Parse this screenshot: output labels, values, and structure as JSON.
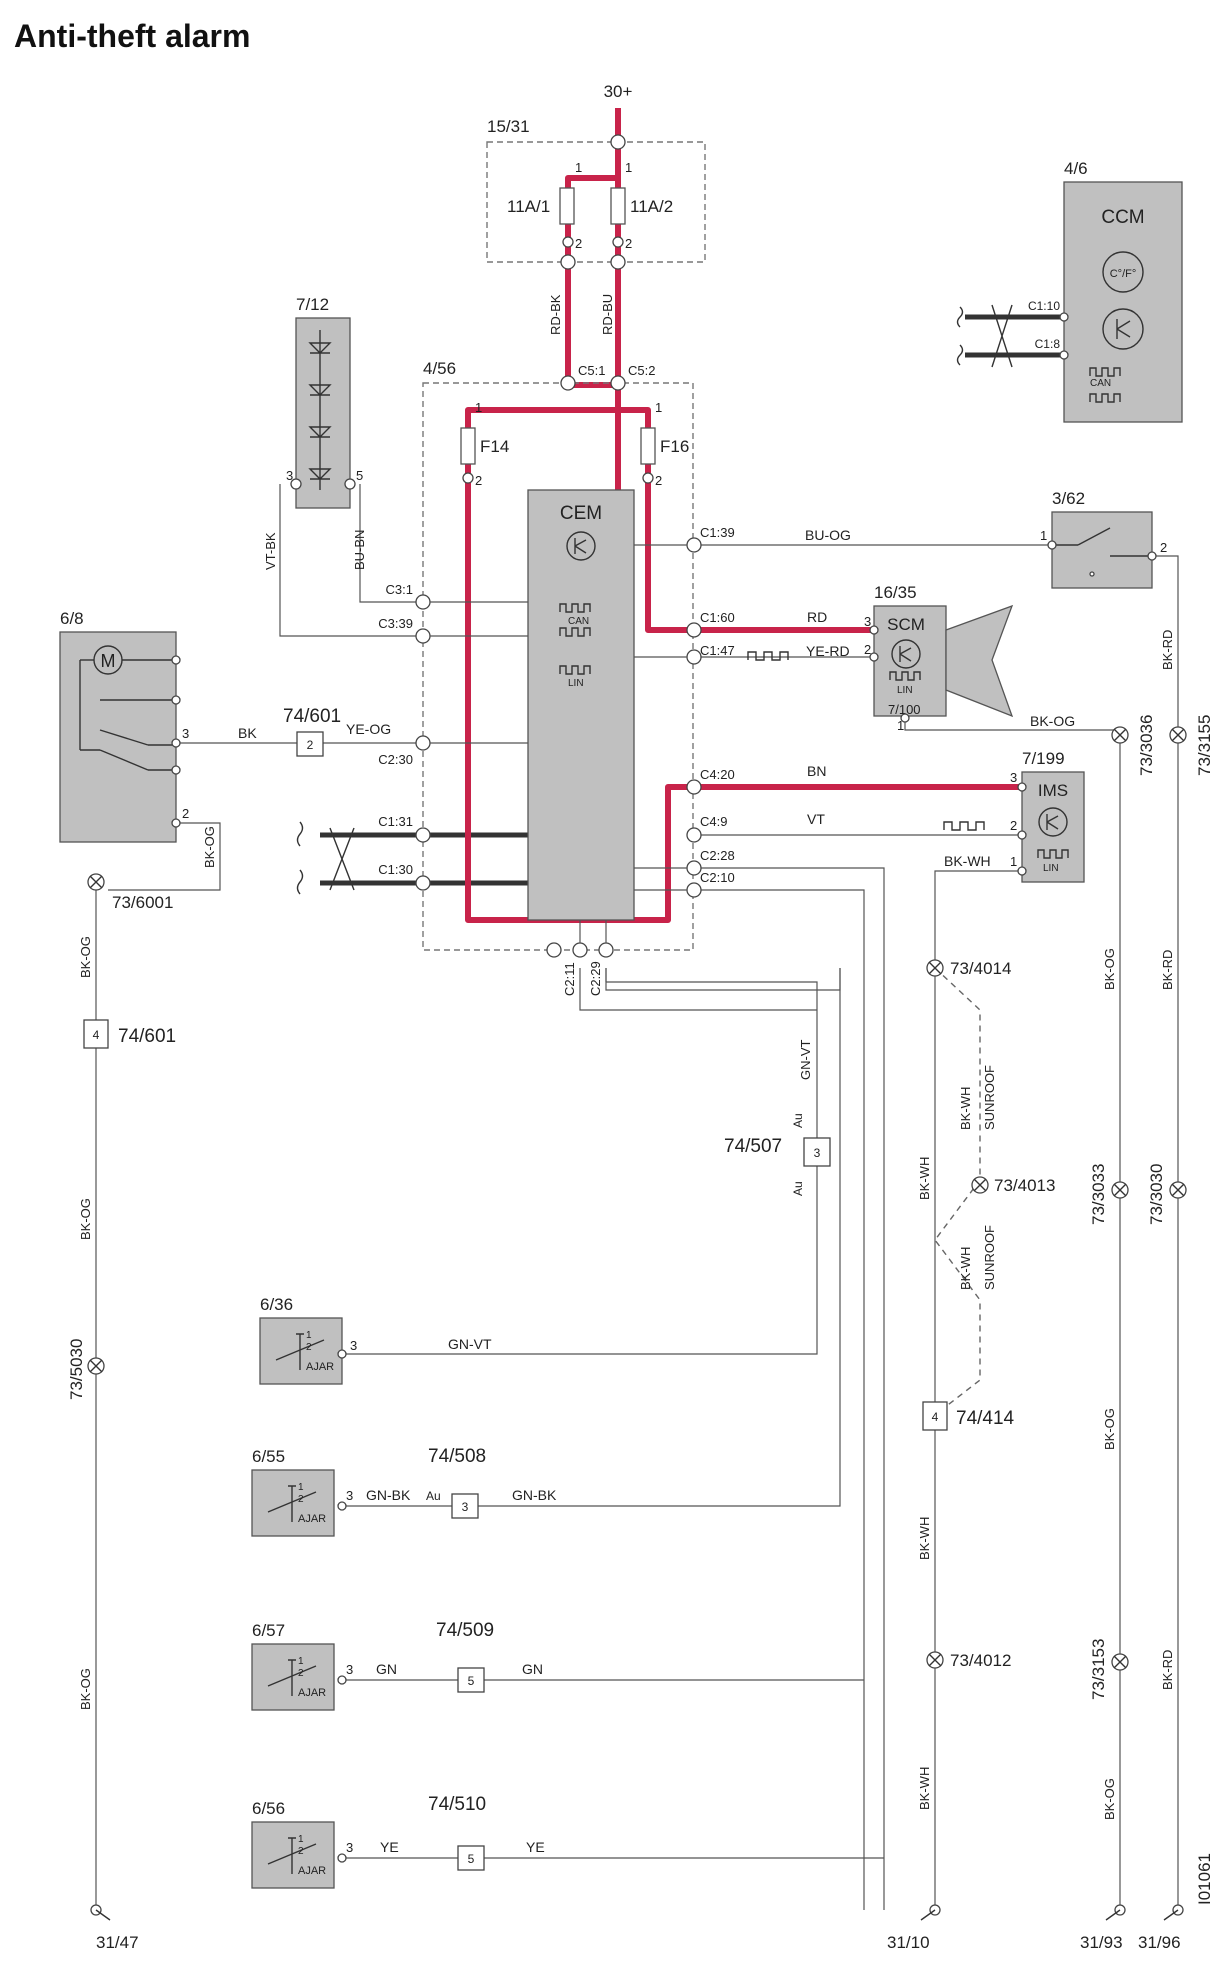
{
  "title": "Anti-theft alarm",
  "drawing_id": "I01061",
  "power": {
    "label": "30+",
    "fuse_box": "15/31",
    "fuse_1": "11A/1",
    "fuse_2": "11A/2"
  },
  "units": {
    "ccm": {
      "ref": "4/6",
      "name": "CCM",
      "temp": "C°/F°",
      "bus": "CAN",
      "pin_a": "C1:10",
      "pin_b": "C1:8"
    },
    "cem": {
      "ref": "4/56",
      "name": "CEM",
      "can": "CAN",
      "lin": "LIN",
      "fuse_a": "F14",
      "fuse_b": "F16"
    },
    "led": {
      "ref": "7/12"
    },
    "motor": {
      "ref": "6/8",
      "symbol": "M"
    },
    "scm": {
      "ref": "16/35",
      "name": "SCM",
      "lin": "LIN",
      "sub": "7/100"
    },
    "ims": {
      "ref": "7/199",
      "name": "IMS",
      "lin": "LIN"
    },
    "sw362": {
      "ref": "3/62"
    },
    "door1": {
      "ref": "6/36",
      "ajar": "AJAR"
    },
    "door2": {
      "ref": "6/55",
      "ajar": "AJAR"
    },
    "door3": {
      "ref": "6/57",
      "ajar": "AJAR"
    },
    "door4": {
      "ref": "6/56",
      "ajar": "AJAR"
    }
  },
  "pins": {
    "c51": "C5:1",
    "c52": "C5:2",
    "c31": "C3:1",
    "c339": "C3:39",
    "c230": "C2:30",
    "c131": "C1:31",
    "c130": "C1:30",
    "c139": "C1:39",
    "c160": "C1:60",
    "c147": "C1:47",
    "c420": "C4:20",
    "c49": "C4:9",
    "c228": "C2:28",
    "c210": "C2:10",
    "c211": "C2:11",
    "c229": "C2:29"
  },
  "wires": {
    "rd_bk": "RD-BK",
    "rd_bu": "RD-BU",
    "vt_bk": "VT-BK",
    "bu_bn": "BU-BN",
    "bk": "BK",
    "ye_og": "YE-OG",
    "bk_og": "BK-OG",
    "bu_og": "BU-OG",
    "rd": "RD",
    "ye_rd": "YE-RD",
    "bn": "BN",
    "vt": "VT",
    "bk_wh": "BK-WH",
    "bk_rd": "BK-RD",
    "gn_vt": "GN-VT",
    "gn_bk": "GN-BK",
    "gn": "GN",
    "ye": "YE",
    "au": "Au",
    "sunroof": "SUNROOF"
  },
  "connectors": {
    "c74601": "74/601",
    "c74507": "74/507",
    "c74508": "74/508",
    "c74509": "74/509",
    "c74510": "74/510",
    "c74414": "74/414"
  },
  "splices": {
    "s6001": "73/6001",
    "s5030": "73/5030",
    "s4014": "73/4014",
    "s4013": "73/4013",
    "s4012": "73/4012",
    "s3036": "73/3036",
    "s3155": "73/3155",
    "s3033": "73/3033",
    "s3030": "73/3030",
    "s3153": "73/3153"
  },
  "grounds": {
    "g3147": "31/47",
    "g3110": "31/10",
    "g3193": "31/93",
    "g3196": "31/96"
  },
  "pin_numbers": {
    "p1": "1",
    "p2": "2",
    "p3": "3",
    "p4": "4",
    "p5": "5"
  }
}
